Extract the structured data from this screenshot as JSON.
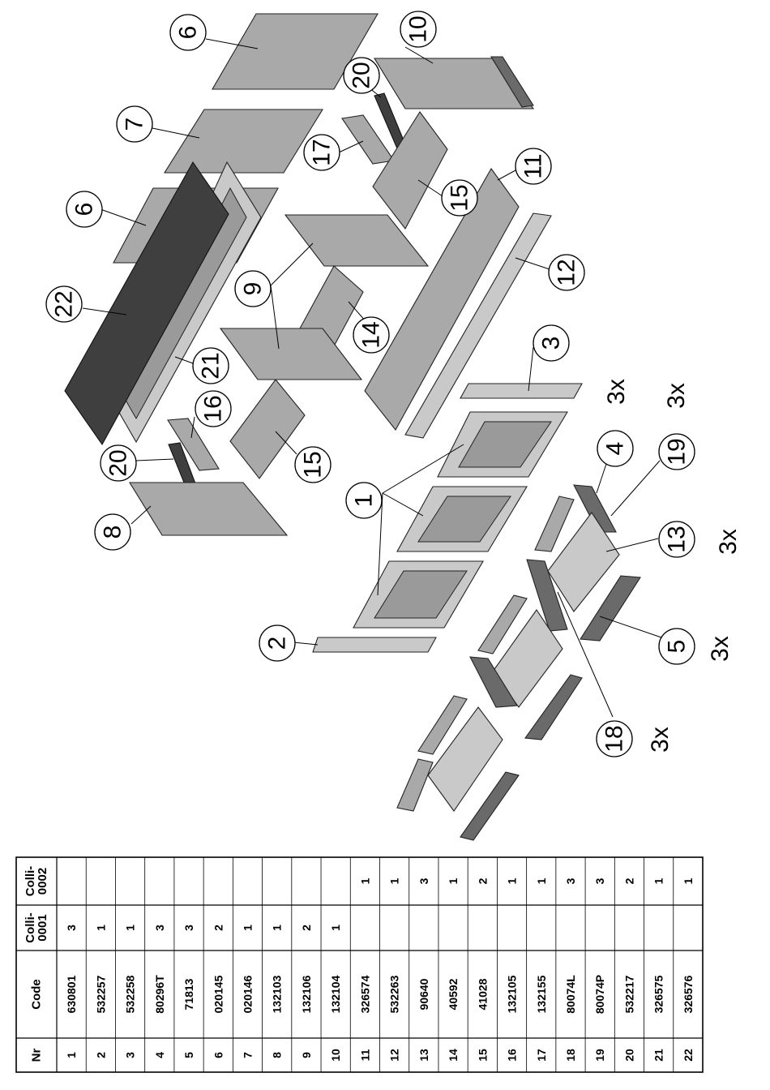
{
  "callouts": [
    {
      "label": "6"
    },
    {
      "label": "10"
    },
    {
      "label": "20"
    },
    {
      "label": "7"
    },
    {
      "label": "17"
    },
    {
      "label": "6"
    },
    {
      "label": "11"
    },
    {
      "label": "15"
    },
    {
      "label": "22"
    },
    {
      "label": "9"
    },
    {
      "label": "12"
    },
    {
      "label": "14"
    },
    {
      "label": "21"
    },
    {
      "label": "3"
    },
    {
      "label": "16"
    },
    {
      "label": "20"
    },
    {
      "label": "15"
    },
    {
      "label": "4"
    },
    {
      "label": "19"
    },
    {
      "label": "1"
    },
    {
      "label": "8"
    },
    {
      "label": "13"
    },
    {
      "label": "2"
    },
    {
      "label": "5"
    },
    {
      "label": "18"
    }
  ],
  "multipliers": [
    "3x",
    "3x",
    "3x",
    "3x",
    "3x"
  ],
  "table": {
    "headers": [
      "Nr",
      "Code",
      "Colli-\n0001",
      "Colli-\n0002"
    ],
    "rows": [
      {
        "nr": "1",
        "code": "630801",
        "colli1": "3",
        "colli2": ""
      },
      {
        "nr": "2",
        "code": "532257",
        "colli1": "1",
        "colli2": ""
      },
      {
        "nr": "3",
        "code": "532258",
        "colli1": "1",
        "colli2": ""
      },
      {
        "nr": "4",
        "code": "80296T",
        "colli1": "3",
        "colli2": ""
      },
      {
        "nr": "5",
        "code": "71813",
        "colli1": "3",
        "colli2": ""
      },
      {
        "nr": "6",
        "code": "020145",
        "colli1": "2",
        "colli2": ""
      },
      {
        "nr": "7",
        "code": "020146",
        "colli1": "1",
        "colli2": ""
      },
      {
        "nr": "8",
        "code": "132103",
        "colli1": "1",
        "colli2": ""
      },
      {
        "nr": "9",
        "code": "132106",
        "colli1": "2",
        "colli2": ""
      },
      {
        "nr": "10",
        "code": "132104",
        "colli1": "1",
        "colli2": ""
      },
      {
        "nr": "11",
        "code": "326574",
        "colli1": "",
        "colli2": "1"
      },
      {
        "nr": "12",
        "code": "532263",
        "colli1": "",
        "colli2": "1"
      },
      {
        "nr": "13",
        "code": "90640",
        "colli1": "",
        "colli2": "3"
      },
      {
        "nr": "14",
        "code": "40592",
        "colli1": "",
        "colli2": "1"
      },
      {
        "nr": "15",
        "code": "41028",
        "colli1": "",
        "colli2": "2"
      },
      {
        "nr": "16",
        "code": "132105",
        "colli1": "",
        "colli2": "1"
      },
      {
        "nr": "17",
        "code": "132155",
        "colli1": "",
        "colli2": "1"
      },
      {
        "nr": "18",
        "code": "80074L",
        "colli1": "",
        "colli2": "3"
      },
      {
        "nr": "19",
        "code": "80074P",
        "colli1": "",
        "colli2": "3"
      },
      {
        "nr": "20",
        "code": "532217",
        "colli1": "",
        "colli2": "2"
      },
      {
        "nr": "21",
        "code": "326575",
        "colli1": "",
        "colli2": "1"
      },
      {
        "nr": "22",
        "code": "326576",
        "colli1": "",
        "colli2": "1"
      }
    ]
  }
}
